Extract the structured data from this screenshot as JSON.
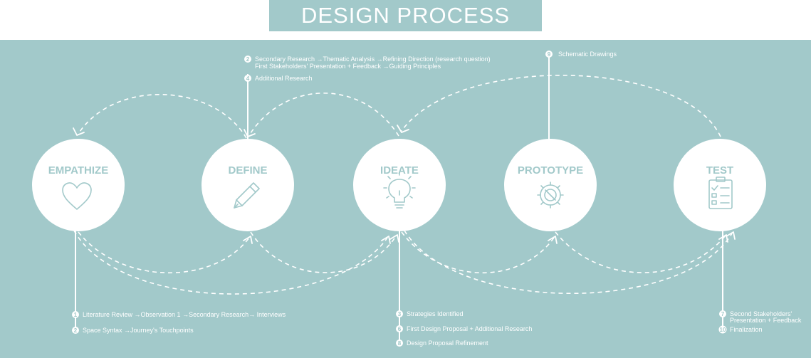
{
  "title": "DESIGN PROCESS",
  "colors": {
    "background": "#a2c9ca",
    "foreground": "#ffffff"
  },
  "stages": [
    {
      "key": "empathize",
      "label": "EMPATHIZE",
      "icon": "heart-icon"
    },
    {
      "key": "define",
      "label": "DEFINE",
      "icon": "pencil-icon"
    },
    {
      "key": "ideate",
      "label": "IDEATE",
      "icon": "lightbulb-icon"
    },
    {
      "key": "prototype",
      "label": "PROTOTYPE",
      "icon": "gear-wrench-icon"
    },
    {
      "key": "test",
      "label": "TEST",
      "icon": "clipboard-checklist-icon"
    }
  ],
  "steps": {
    "define_top": [
      {
        "num": "2",
        "lines": [
          "Secondary Research →Thematic Analysis →Refining Direction (research question)",
          "First Stakeholders' Presentation + Feedback →Guiding Principles"
        ]
      },
      {
        "num": "4",
        "lines": [
          "Additional Research"
        ]
      }
    ],
    "prototype_top": [
      {
        "num": "9",
        "lines": [
          "Schematic Drawings"
        ]
      }
    ],
    "empathize_bottom": [
      {
        "num": "1",
        "lines": [
          "Literature Review →Observation 1 →Secondary Research→ Interviews"
        ]
      },
      {
        "num": "2",
        "lines": [
          "Space Syntax →Journey's Touchpoints"
        ]
      }
    ],
    "ideate_bottom": [
      {
        "num": "3",
        "lines": [
          "Strategies Identified"
        ]
      },
      {
        "num": "6",
        "lines": [
          "First Design Proposal + Additional Research"
        ]
      },
      {
        "num": "8",
        "lines": [
          "Design Proposal Refinement"
        ]
      }
    ],
    "test_bottom": [
      {
        "num": "7",
        "lines": [
          "Second Stakeholders'",
          "Presentation + Feedback"
        ]
      },
      {
        "num": "10",
        "lines": [
          "Finalization"
        ]
      }
    ]
  }
}
